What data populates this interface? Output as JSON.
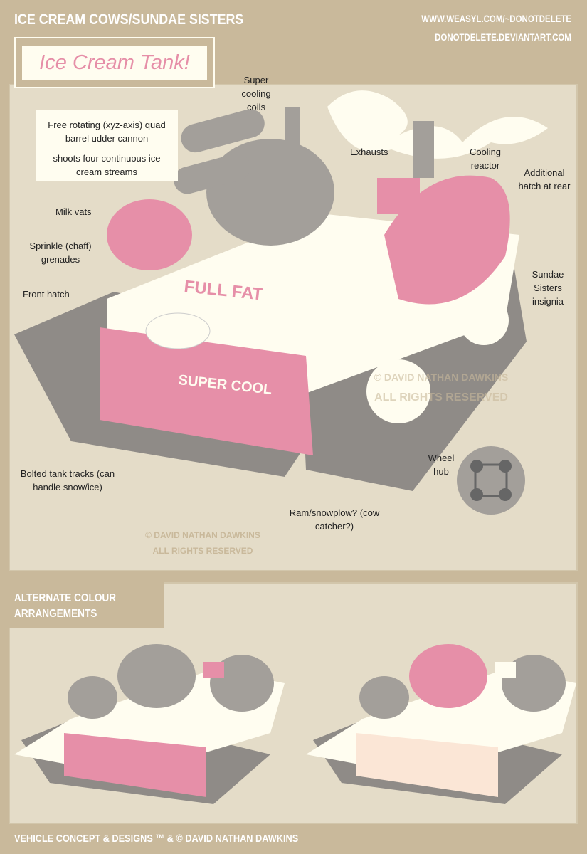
{
  "header": {
    "series_title": "ICE CREAM COWS/SUNDAE SISTERS",
    "url1": "WWW.WEASYL.COM/~DONOTDELETE",
    "url2": "DONOTDELETE.DEVIANTART.COM",
    "main_title": "Ice Cream Tank!"
  },
  "callouts": {
    "coils": "Super cooling coils",
    "cannon": "Free rotating (xyz-axis) quad barrel udder cannon",
    "streams": "shoots four continuous ice cream streams",
    "exhausts": "Exhausts",
    "reactor": "Cooling reactor",
    "hatch_rear": "Additional hatch at rear",
    "milk": "Milk vats",
    "sprinkle": "Sprinkle (chaff) grenades",
    "front_hatch": "Front hatch",
    "insignia": "Sundae Sisters insignia",
    "tracks": "Bolted tank tracks (can handle snow/ice)",
    "wheel_hub": "Wheel hub",
    "ram": "Ram/snowplow? (cow catcher?)"
  },
  "decals": {
    "full_fat": "FULL FAT",
    "super_cool": "SUPER COOL"
  },
  "watermark": {
    "line1": "© DAVID NATHAN DAWKINS",
    "line2": "ALL RIGHTS RESERVED"
  },
  "alternate": {
    "title": "ALTERNATE COLOUR ARRANGEMENTS"
  },
  "footer": {
    "credit": "VEHICLE CONCEPT & DESIGNS ™ & © DAVID NATHAN DAWKINS"
  },
  "colors": {
    "tan": "#c9b99b",
    "panel": "#e4dcc8",
    "cream": "#fffdf0",
    "pink": "#e68fa8",
    "gray": "#a39f9a"
  }
}
